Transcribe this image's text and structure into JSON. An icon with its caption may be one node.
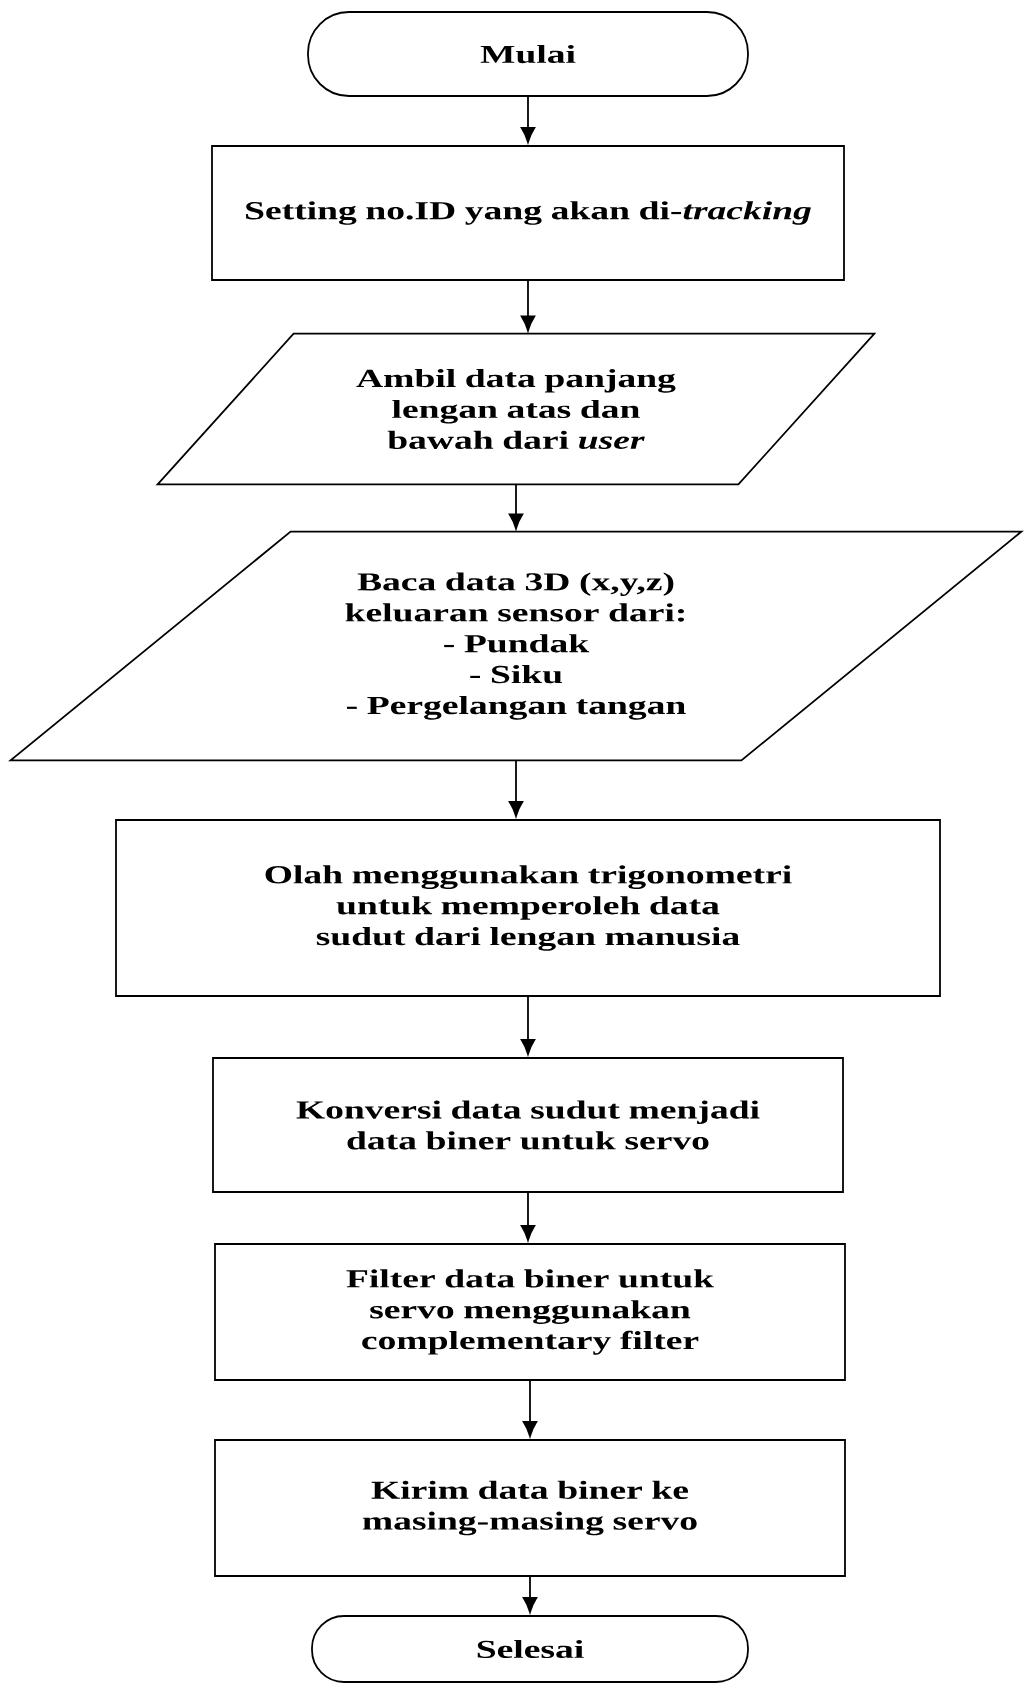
{
  "diagram": {
    "nodes": [
      {
        "text": [
          "Mulai"
        ]
      },
      {
        "text": [
          "Setting no.ID yang akan di-*tracking*"
        ]
      },
      {
        "text": [
          "Ambil data panjang lengan atas dan bawah dari *user*"
        ]
      },
      {
        "text": [
          "Baca data 3D (x,y,z) keluaran sensor dari:",
          "- Pundak",
          "- Siku",
          "- Pergelangan tangan"
        ]
      },
      {
        "text": [
          "Olah menggunakan trigonometri untuk memperoleh data sudut dari lengan manusia"
        ]
      },
      {
        "text": [
          "Konversi data sudut menjadi data biner untuk servo"
        ]
      },
      {
        "text": [
          "Filter data biner untuk servo menggunakan complementary filter"
        ]
      },
      {
        "text": [
          "Kirim data biner ke masing-masing servo"
        ]
      },
      {
        "text": [
          "Selesai"
        ]
      }
    ],
    "edges": [
      {
        "from": 0,
        "to": 1,
        "arrow": "to"
      },
      {
        "from": 1,
        "to": 2,
        "arrow": "to"
      },
      {
        "from": 2,
        "to": 3,
        "arrow": "to"
      },
      {
        "from": 3,
        "to": 4,
        "arrow": "to"
      },
      {
        "from": 4,
        "to": 5,
        "arrow": "to"
      },
      {
        "from": 5,
        "to": 6,
        "arrow": "to"
      },
      {
        "from": 6,
        "to": 7,
        "arrow": "to"
      },
      {
        "from": 7,
        "to": 8,
        "arrow": "to"
      }
    ]
  }
}
